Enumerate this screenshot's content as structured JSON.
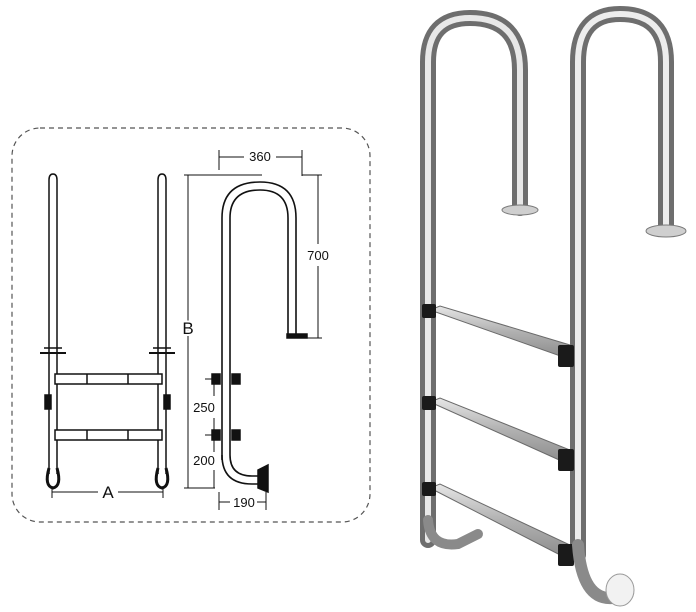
{
  "drawing": {
    "labels": {
      "width_a": "A",
      "height_b": "B",
      "handrail_width": "360",
      "handrail_height": "700",
      "step_spacing": "250",
      "bottom_clearance": "200",
      "wall_offset": "190"
    }
  },
  "colors": {
    "line": "#111111",
    "dashed_frame": "#555555",
    "steel_light": "#e9e9e9",
    "steel_mid": "#b8b8b8",
    "steel_dark": "#7a7a7a",
    "rubber_black": "#1a1a1a"
  }
}
